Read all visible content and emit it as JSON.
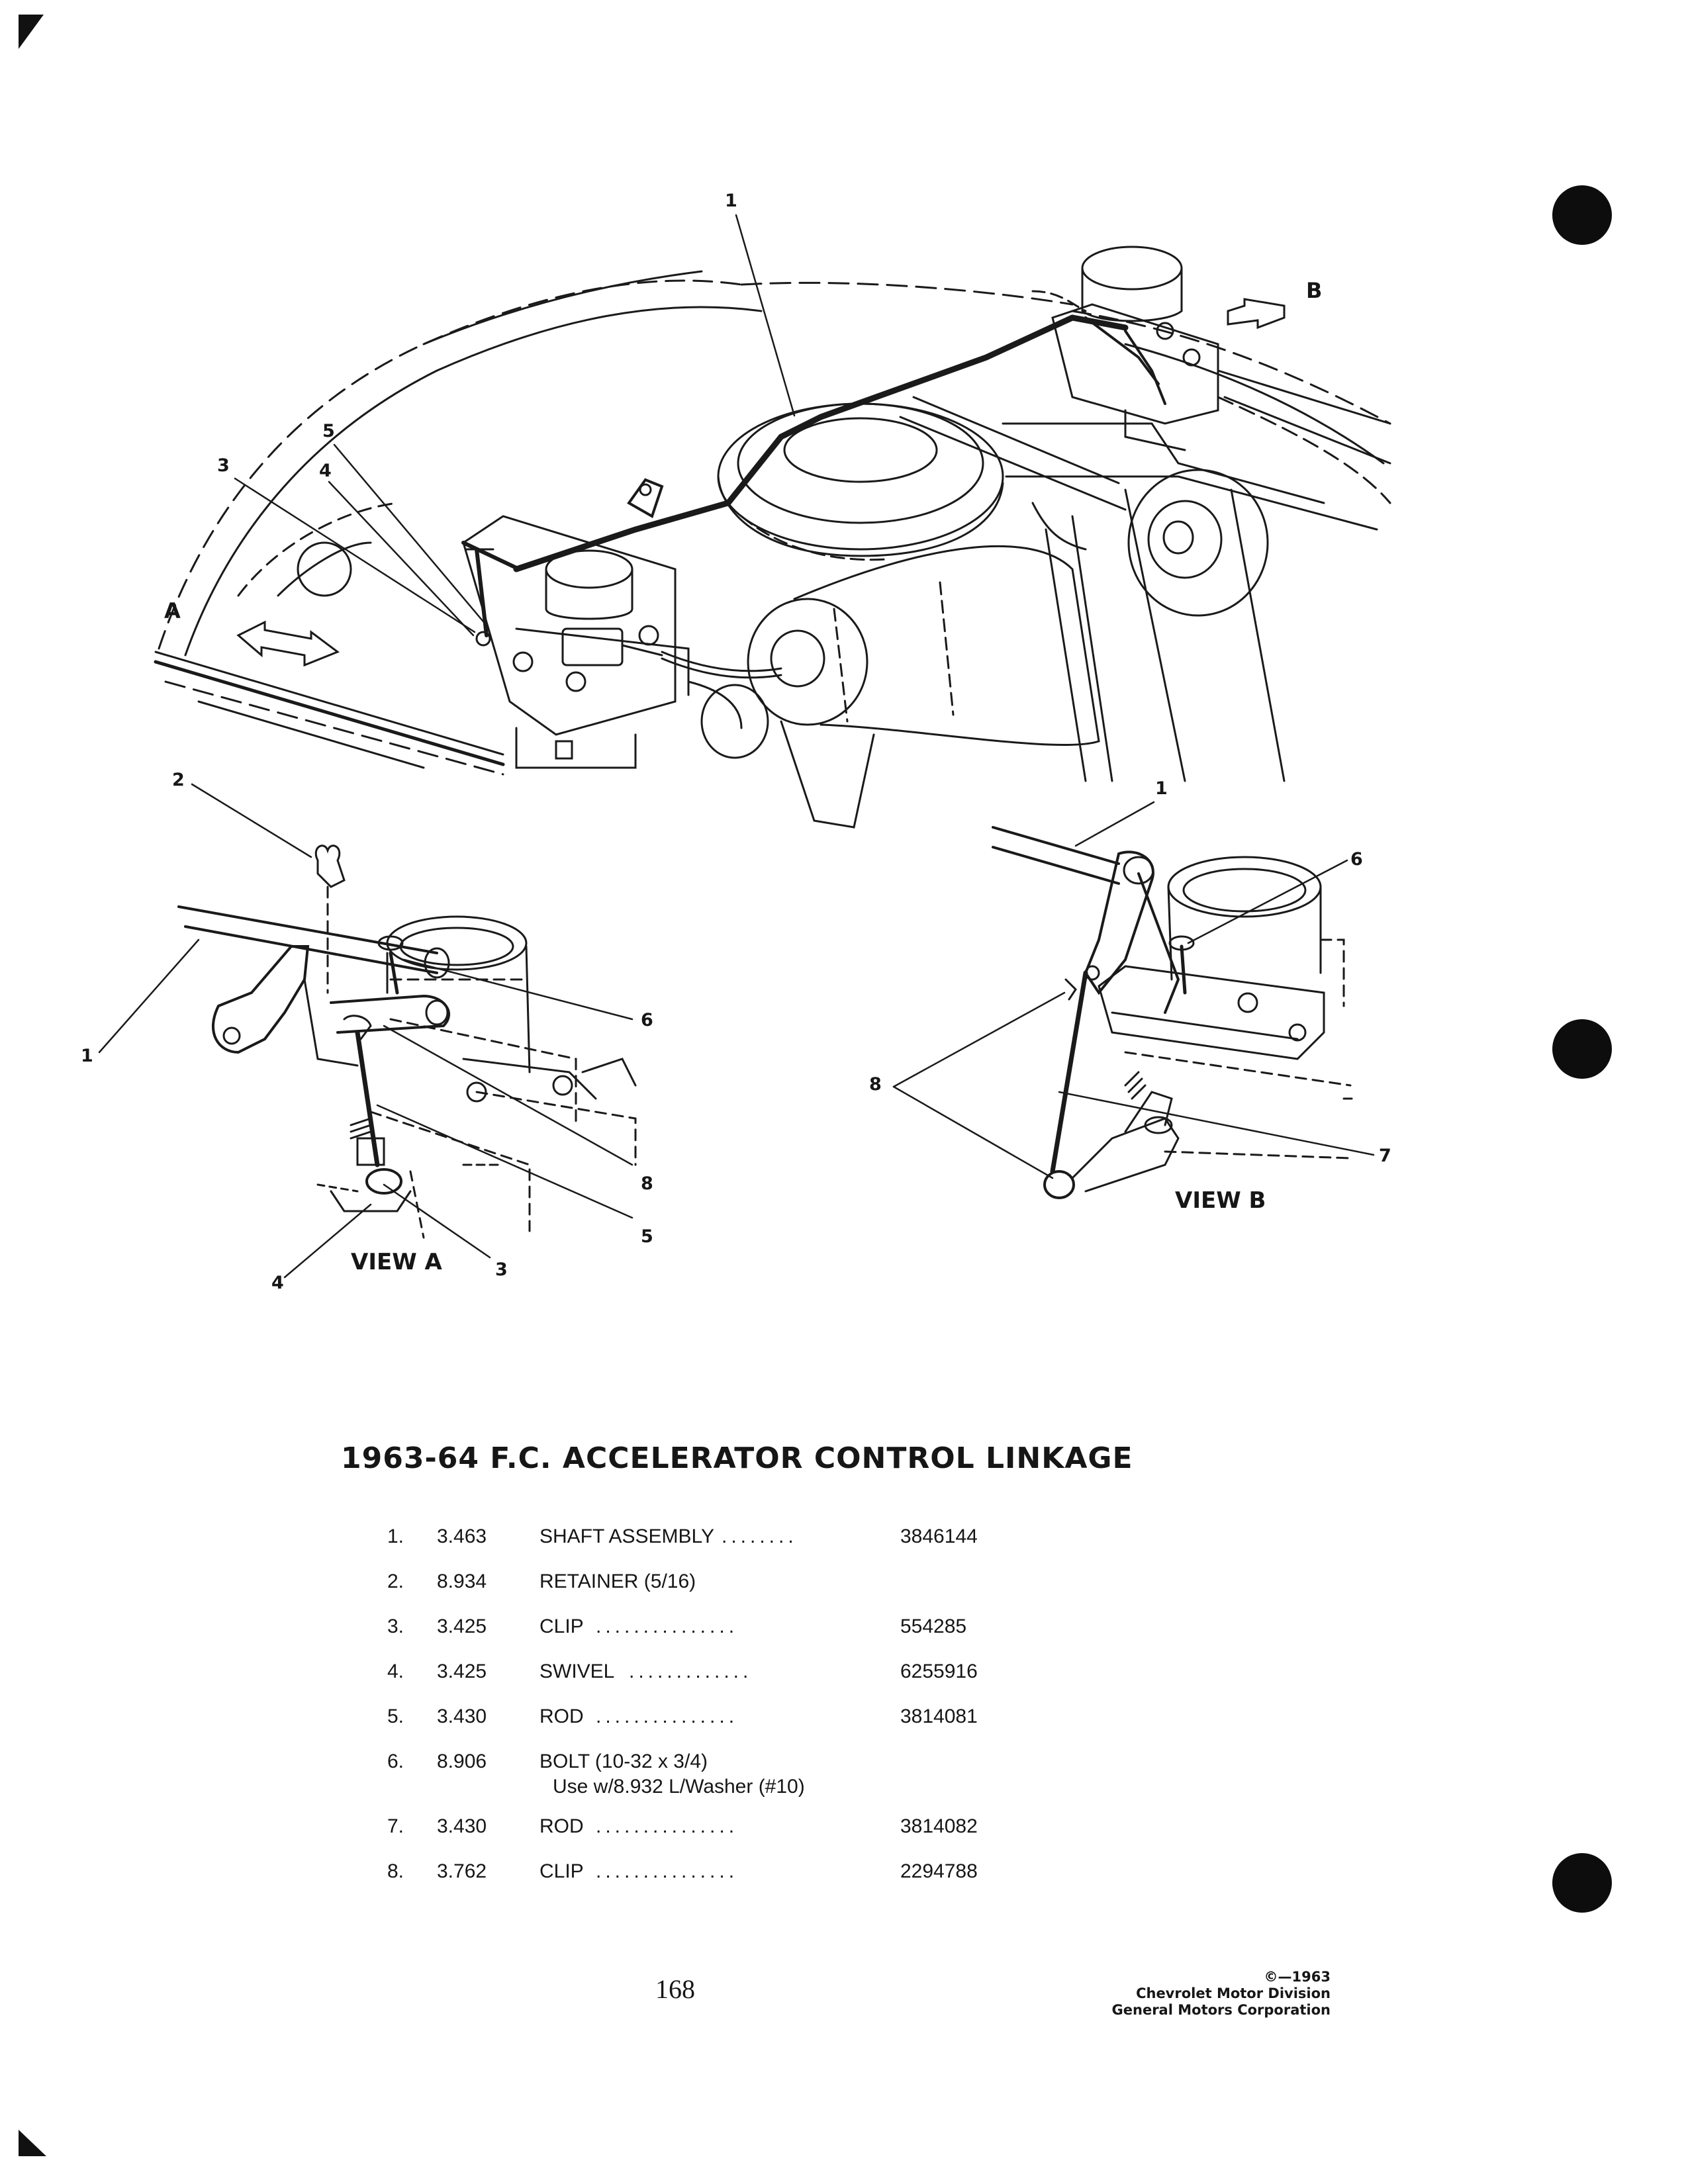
{
  "page_title": "1963-64 F.C. ACCELERATOR CONTROL LINKAGE",
  "callouts": {
    "main": {
      "c1": "1",
      "c3": "3",
      "c4": "4",
      "c5": "5",
      "cA": "A",
      "cB": "B"
    },
    "view_a": {
      "c1": "1",
      "c2": "2",
      "c3": "3",
      "c4": "4",
      "c5": "5",
      "c6": "6",
      "c8": "8",
      "label": "VIEW A"
    },
    "view_b": {
      "c1": "1",
      "c6": "6",
      "c7": "7",
      "c8": "8",
      "label": "VIEW B"
    }
  },
  "parts": [
    {
      "num": "1.",
      "code": "3.463",
      "desc": "SHAFT ASSEMBLY",
      "dots": "........",
      "part": "3846144"
    },
    {
      "num": "2.",
      "code": "8.934",
      "desc": "RETAINER (5/16)",
      "dots": "",
      "part": ""
    },
    {
      "num": "3.",
      "code": "3.425",
      "desc": "CLIP",
      "dots": "...............",
      "part": "554285"
    },
    {
      "num": "4.",
      "code": "3.425",
      "desc": "SWIVEL",
      "dots": ".............",
      "part": "6255916"
    },
    {
      "num": "5.",
      "code": "3.430",
      "desc": "ROD",
      "dots": "...............",
      "part": "3814081"
    },
    {
      "num": "6.",
      "code": "8.906",
      "desc": "BOLT (10-32 x 3/4)",
      "desc2": "Use w/8.932 L/Washer (#10)",
      "dots": "",
      "part": ""
    },
    {
      "num": "7.",
      "code": "3.430",
      "desc": "ROD",
      "dots": "...............",
      "part": "3814082"
    },
    {
      "num": "8.",
      "code": "3.762",
      "desc": "CLIP",
      "dots": "...............",
      "part": "2294788"
    }
  ],
  "page_number": "168",
  "copyright": {
    "line1": "©—1963",
    "line2": "Chevrolet Motor Division",
    "line3": "General Motors Corporation"
  }
}
